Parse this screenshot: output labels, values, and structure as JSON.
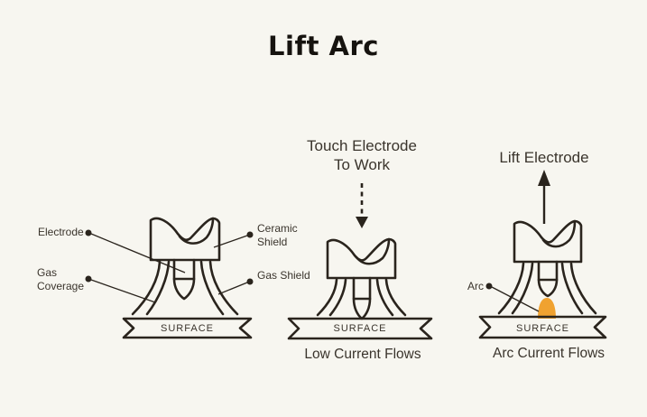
{
  "title": "Lift Arc",
  "colors": {
    "background": "#F7F6F0",
    "ink": "#2A241D",
    "arc_flame": "#F0A230"
  },
  "left_diagram": {
    "labels": {
      "electrode": "Electrode",
      "gas_coverage": "Gas Coverage",
      "ceramic_shield": "Ceramic Shield",
      "gas_shield": "Gas Shield"
    },
    "surface_label": "SURFACE"
  },
  "middle_diagram": {
    "instruction_line1": "Touch Electrode",
    "instruction_line2": "To Work",
    "surface_label": "SURFACE",
    "caption": "Low Current Flows"
  },
  "right_diagram": {
    "instruction": "Lift Electrode",
    "arc_label": "Arc",
    "surface_label": "SURFACE",
    "caption": "Arc Current Flows"
  }
}
